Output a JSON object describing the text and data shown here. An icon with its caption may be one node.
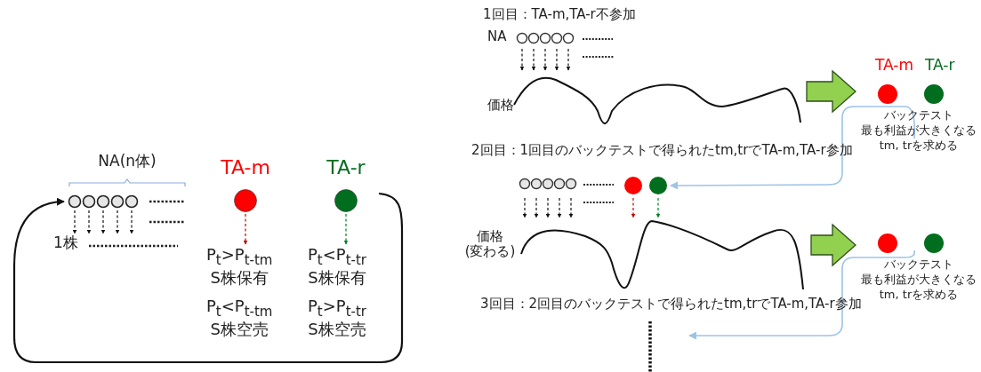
{
  "diagram": {
    "nodes": [
      {
        "text": [
          "NA(n体)"
        ]
      },
      {
        "text": [
          "1株"
        ]
      },
      {
        "text": [
          "TA-m"
        ]
      },
      {
        "text": [
          "P$_{t}$>P$_{t-tm}$ S株保有",
          "P$_{t}$<P$_{t-tm}$ S株空売"
        ]
      },
      {
        "text": [
          "TA-r"
        ]
      },
      {
        "text": [
          "P$_{t}$<P$_{t-tr}$ S株保有",
          "P$_{t}$>P$_{t-tr}$ S株空売"
        ]
      },
      {
        "text": [
          "NA"
        ]
      },
      {
        "text": [
          "価格"
        ]
      },
      {
        "text": [
          "TA-m",
          "TA-r",
          "バックテスト最も利益が大きくなるtm, trを求める"
        ]
      },
      {
        "text": [],
        "shape": "circle"
      },
      {
        "text": [
          "価格 (変わる)"
        ]
      },
      {
        "text": [
          "バックテスト最も利益が大きくなるtm, trを求める"
        ]
      }
    ],
    "edges": [
      {
        "from": 0,
        "to": 1,
        "arrow": "to",
        "style": "dashed"
      },
      {
        "from": 0,
        "to": 1,
        "arrow": "to",
        "style": "dashed"
      },
      {
        "from": 0,
        "to": 1,
        "arrow": "to",
        "style": "dashed"
      },
      {
        "from": 0,
        "to": 1,
        "arrow": "to",
        "style": "dashed"
      },
      {
        "from": 0,
        "to": 1,
        "arrow": "to",
        "style": "dashed"
      },
      {
        "from": 2,
        "to": 3,
        "arrow": "to",
        "style": "dashed",
        "color": "#c00000"
      },
      {
        "from": 4,
        "to": 5,
        "arrow": "to",
        "style": "dashed",
        "color": "#00802b"
      },
      {
        "from": 4,
        "to": 0,
        "arrow": "to"
      },
      {
        "from": 6,
        "to": 7,
        "arrow": "to",
        "style": "dashed"
      },
      {
        "from": 6,
        "to": 7,
        "arrow": "to",
        "style": "dashed"
      },
      {
        "from": 6,
        "to": 7,
        "arrow": "to",
        "style": "dashed"
      },
      {
        "from": 6,
        "to": 7,
        "arrow": "to",
        "style": "dashed"
      },
      {
        "from": 6,
        "to": 7,
        "arrow": "to",
        "style": "dashed"
      },
      {
        "from": 7,
        "to": 8,
        "arrow": "to",
        "style": "thick",
        "color": "#92d050"
      },
      {
        "from": 8,
        "to": 9,
        "arrow": "to",
        "color": "#9dc3e6"
      },
      {
        "from": 9,
        "to": 10,
        "arrow": "to",
        "style": "dashed"
      },
      {
        "from": 9,
        "to": 10,
        "arrow": "to",
        "style": "dashed"
      },
      {
        "from": 9,
        "to": 10,
        "arrow": "to",
        "style": "dashed"
      },
      {
        "from": 9,
        "to": 10,
        "arrow": "to",
        "style": "dashed"
      },
      {
        "from": 9,
        "to": 10,
        "arrow": "to",
        "style": "dashed"
      },
      {
        "from": 9,
        "to": 10,
        "arrow": "to",
        "style": "dashed",
        "color": "#c00000"
      },
      {
        "from": 9,
        "to": 10,
        "arrow": "to",
        "style": "dashed",
        "color": "#00802b"
      },
      {
        "from": 10,
        "to": 11,
        "arrow": "to",
        "style": "thick",
        "color": "#92d050"
      },
      {
        "from": 11,
        "to": null,
        "arrow": "to",
        "color": "#9dc3e6"
      }
    ],
    "labels": [
      "1回目：TA-m,TA-r不参加",
      "2回目：1回目のバックテストで得られたtm,trでTA-m,TA-r参加",
      "3回目：2回目のバックテストで得られたtm,trでTA-m,TA-r参加"
    ]
  }
}
